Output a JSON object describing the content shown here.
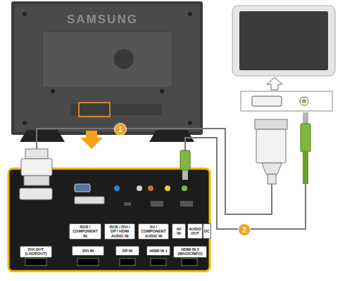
{
  "diagram": {
    "nodes": [
      {
        "text": [
          "RGB / COMPONENT IN"
        ]
      },
      {
        "text": [
          "RGB / DVI / DP / HDMI AUDIO IN"
        ]
      },
      {
        "text": [
          "AV / COMPONENT AUDIO IN"
        ]
      },
      {
        "text": [
          "AV IN"
        ]
      },
      {
        "text": [
          "AUDIO OUT"
        ]
      },
      {
        "text": [
          "DC"
        ]
      },
      {
        "text": [
          "DVI OUT (LOOPOUT)"
        ]
      },
      {
        "text": [
          "DVI IN"
        ]
      },
      {
        "text": [
          "DP IN"
        ]
      },
      {
        "text": [
          "HDMI IN 1"
        ]
      },
      {
        "text": [
          "HDMI IN 2 (MAGICINFO)"
        ]
      }
    ],
    "labels": [
      "SAMSUNG",
      "1",
      "2"
    ]
  }
}
